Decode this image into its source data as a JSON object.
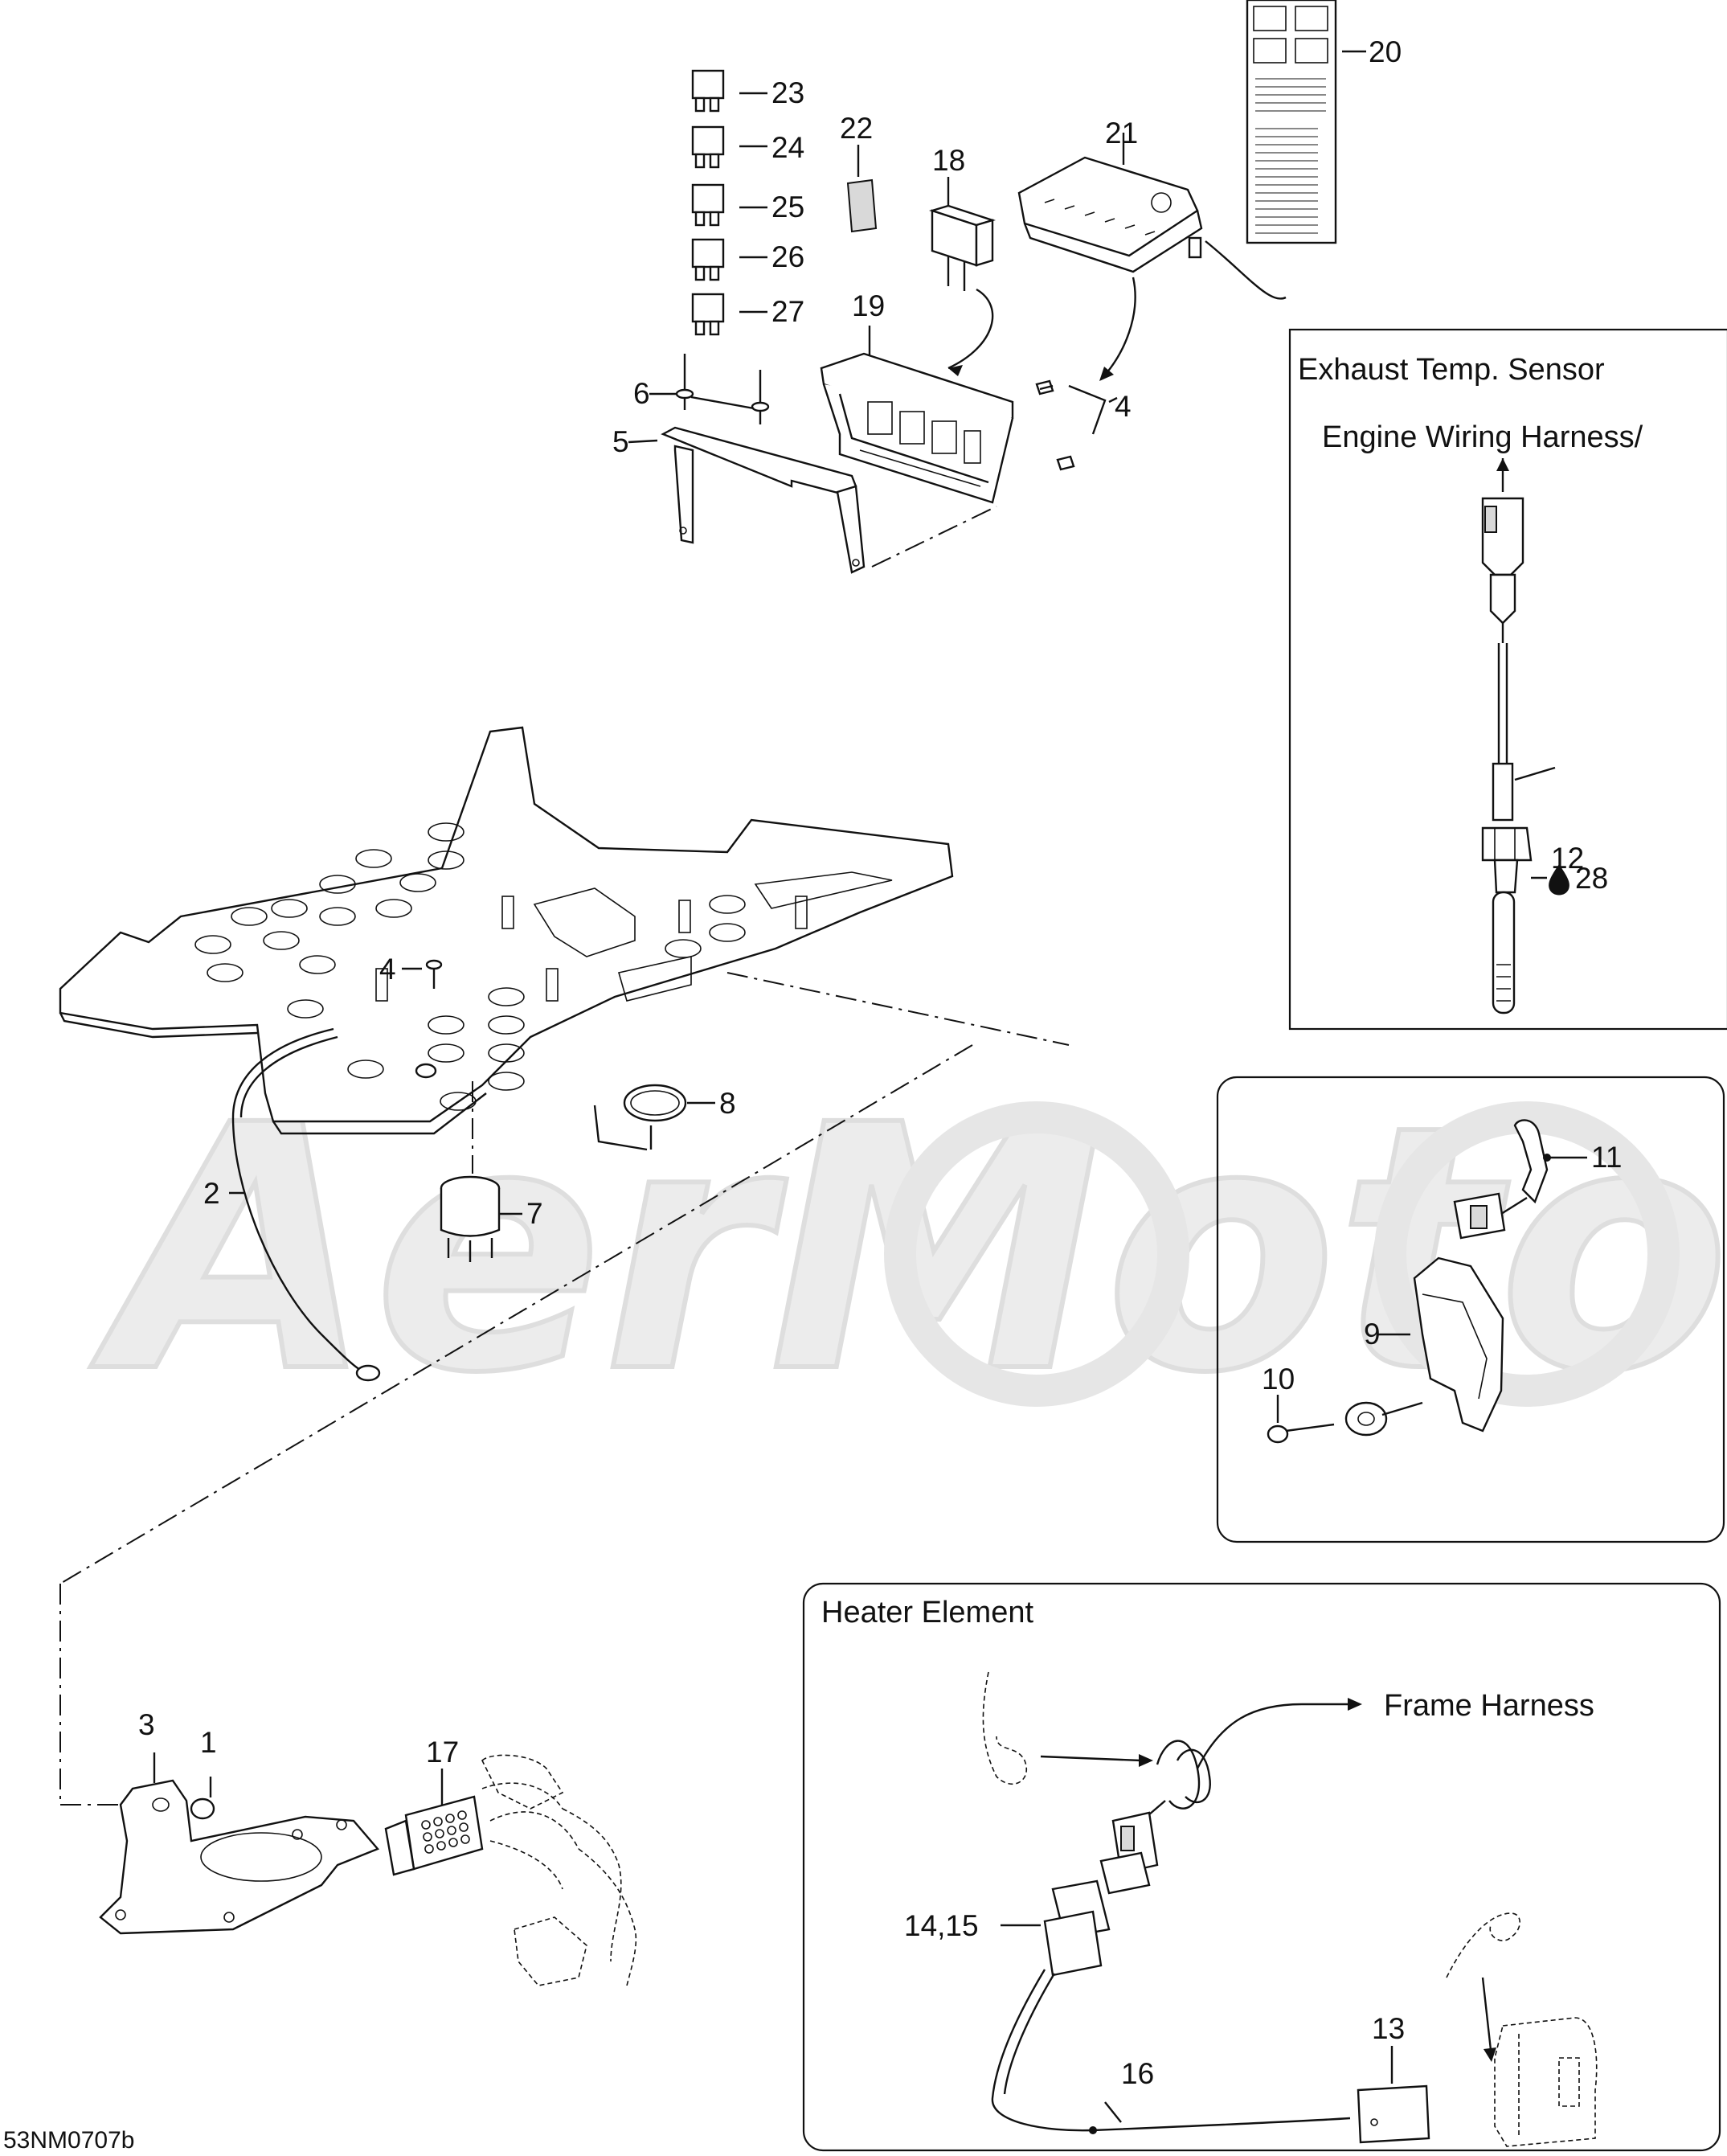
{
  "diagram_id": "53NM0707b",
  "watermark": "AerMoto",
  "callouts": {
    "c1": "1",
    "c2": "2",
    "c3": "3",
    "c4a": "4",
    "c4b": "4",
    "c5": "5",
    "c6": "6",
    "c7": "7",
    "c8": "8",
    "c9": "9",
    "c10": "10",
    "c11": "11",
    "c12": "12",
    "c13": "13",
    "c14_15": "14,15",
    "c16": "16",
    "c17": "17",
    "c18": "18",
    "c19": "19",
    "c20": "20",
    "c21": "21",
    "c22": "22",
    "c23": "23",
    "c24": "24",
    "c25": "25",
    "c26": "26",
    "c27": "27",
    "c28": "28"
  },
  "panels": {
    "exhaust": {
      "title": "Exhaust Temp. Sensor",
      "note": "Engine Wiring Harness/"
    },
    "heater": {
      "title": "Heater Element",
      "note": "Frame Harness"
    }
  }
}
